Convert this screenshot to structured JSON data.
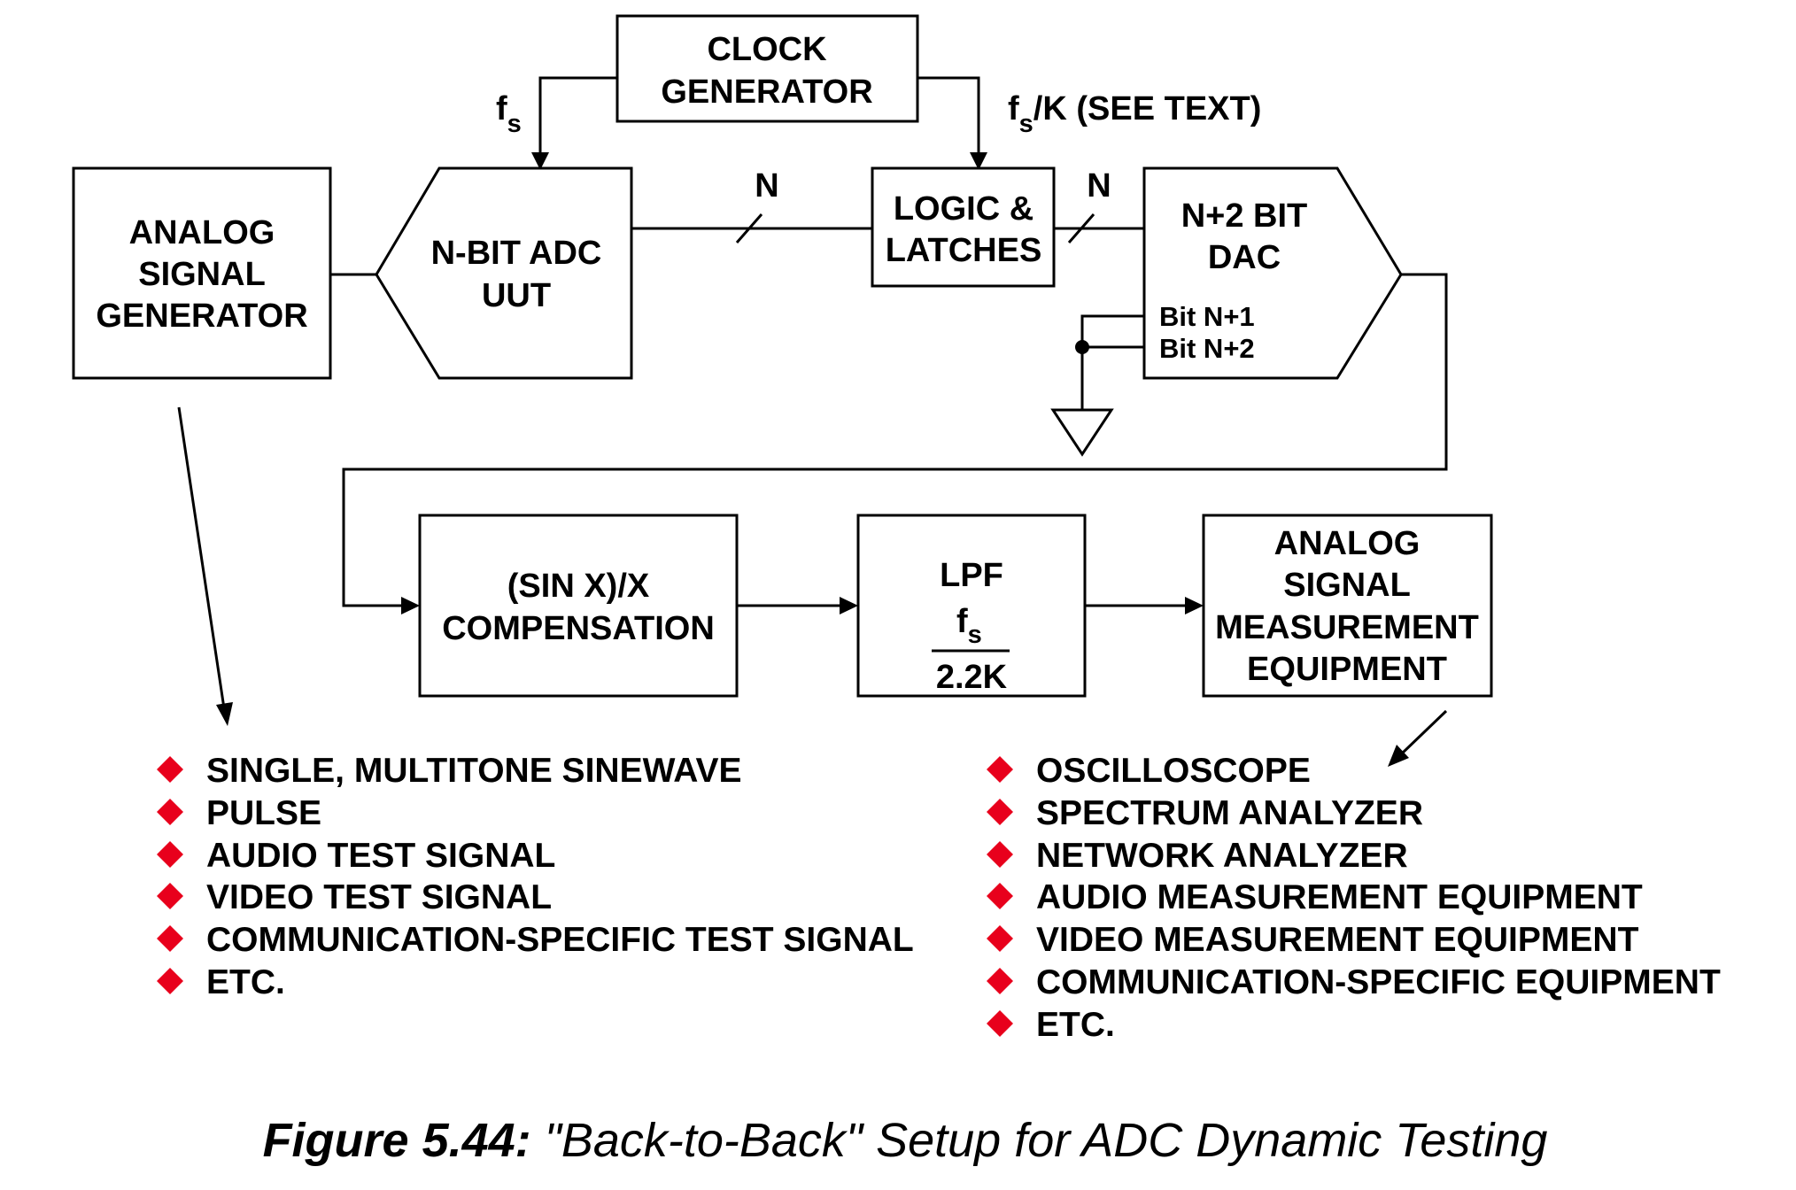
{
  "blocks": {
    "clock_generator": [
      "CLOCK",
      "GENERATOR"
    ],
    "analog_signal_generator": [
      "ANALOG",
      "SIGNAL",
      "GENERATOR"
    ],
    "adc": [
      "N-BIT ADC",
      "UUT"
    ],
    "logic_latches": [
      "LOGIC &",
      "LATCHES"
    ],
    "dac": [
      "N+2 BIT",
      "DAC"
    ],
    "dac_bit_n1": "Bit N+1",
    "dac_bit_n2": "Bit N+2",
    "sinx_comp": [
      "(SIN X)/X",
      "COMPENSATION"
    ],
    "lpf": {
      "title": "LPF",
      "numerator_main": "f",
      "numerator_sub": "s",
      "denominator": "2.2K"
    },
    "measurement": [
      "ANALOG",
      "SIGNAL",
      "MEASUREMENT",
      "EQUIPMENT"
    ]
  },
  "signals": {
    "fs_main": "f",
    "fs_sub": "s",
    "fsk_main": "f",
    "fsk_sub": "s",
    "fsk_rest": "/K  (SEE TEXT)",
    "bus_adc_logic": "N",
    "bus_logic_dac": "N"
  },
  "lists": {
    "signal_sources": [
      "SINGLE, MULTITONE SINEWAVE",
      "PULSE",
      "AUDIO TEST SIGNAL",
      "VIDEO TEST SIGNAL",
      "COMMUNICATION-SPECIFIC TEST SIGNAL",
      "ETC."
    ],
    "measurement_equipment": [
      "OSCILLOSCOPE",
      "SPECTRUM ANALYZER",
      "NETWORK ANALYZER",
      "AUDIO MEASUREMENT EQUIPMENT",
      "VIDEO MEASUREMENT EQUIPMENT",
      "COMMUNICATION-SPECIFIC EQUIPMENT",
      "ETC."
    ]
  },
  "caption": {
    "label": "Figure 5.44:",
    "text": " \"Back-to-Back\" Setup for ADC Dynamic Testing"
  },
  "colors": {
    "bullet": "#e8001c",
    "line": "#000000",
    "background": "#ffffff"
  }
}
